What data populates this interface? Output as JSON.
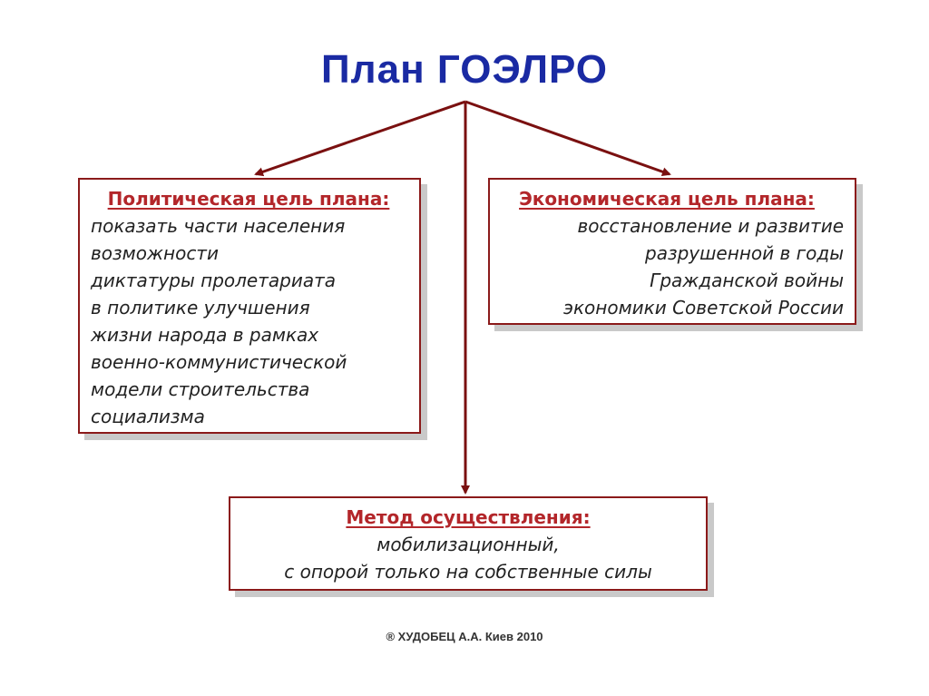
{
  "title": "План ГОЭЛРО",
  "political_goal": {
    "heading": "Политическая цель плана:",
    "lines": [
      "показать части населения",
      "возможности",
      "диктатуры пролетариата",
      "в политике улучшения",
      "жизни народа в рамках",
      "военно-коммунистической",
      "модели строительства",
      "социализма"
    ]
  },
  "economic_goal": {
    "heading": "Экономическая цель плана:",
    "lines": [
      "восстановление и развитие",
      "разрушенной в годы",
      "Гражданской войны",
      "экономики Советской России"
    ]
  },
  "method": {
    "heading": "Метод осуществления:",
    "lines": [
      "мобилизационный,",
      "с опорой только на собственные силы"
    ]
  },
  "footer": "® ХУДОБЕЦ А.А. Киев 2010",
  "colors": {
    "title": "#1a2aa3",
    "heading": "#b3262a",
    "border": "#8b1a1a",
    "arrow": "#7a1010",
    "shadow": "#c9c9c9"
  }
}
